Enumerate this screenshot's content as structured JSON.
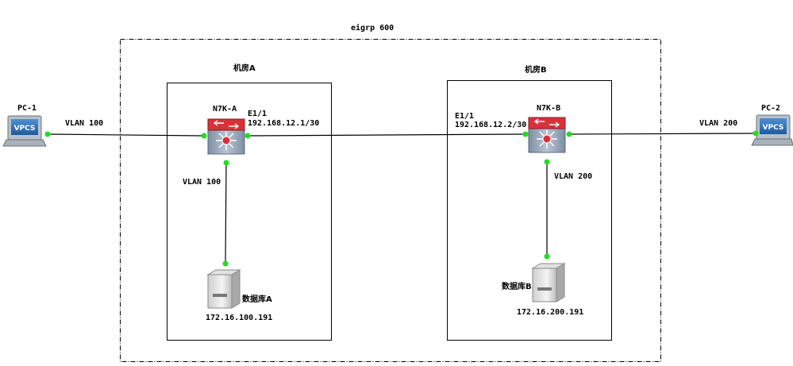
{
  "domain_title": "eigrp 600",
  "rooms": [
    {
      "id": "a",
      "label": "机房A"
    },
    {
      "id": "b",
      "label": "机房B"
    }
  ],
  "devices": {
    "pc1": {
      "name": "PC-1",
      "badge": "VPCS"
    },
    "pc2": {
      "name": "PC-2",
      "badge": "VPCS"
    },
    "switch_a": {
      "name": "N7K-A"
    },
    "switch_b": {
      "name": "N7K-B"
    },
    "server_a": {
      "name": "数据库A",
      "ip": "172.16.100.191"
    },
    "server_b": {
      "name": "数据库B",
      "ip": "172.16.200.191"
    }
  },
  "links": {
    "pc1_switch_a": {
      "label": "VLAN 100"
    },
    "switch_a_server_a": {
      "label": "VLAN 100"
    },
    "switch_b_pc2": {
      "label": "VLAN 200"
    },
    "switch_b_server_b": {
      "label": "VLAN 200"
    },
    "inter_switch": {
      "a_interface": "E1/1",
      "a_ip": "192.168.12.1/30",
      "b_interface": "E1/1",
      "b_ip": "192.168.12.2/30"
    }
  },
  "colors": {
    "link": "#000000",
    "port_dot": "#22dd22",
    "switch_top": "#d9313a",
    "switch_body": "#9aa8b8",
    "vpcs_blue": "#2c6fb5"
  }
}
